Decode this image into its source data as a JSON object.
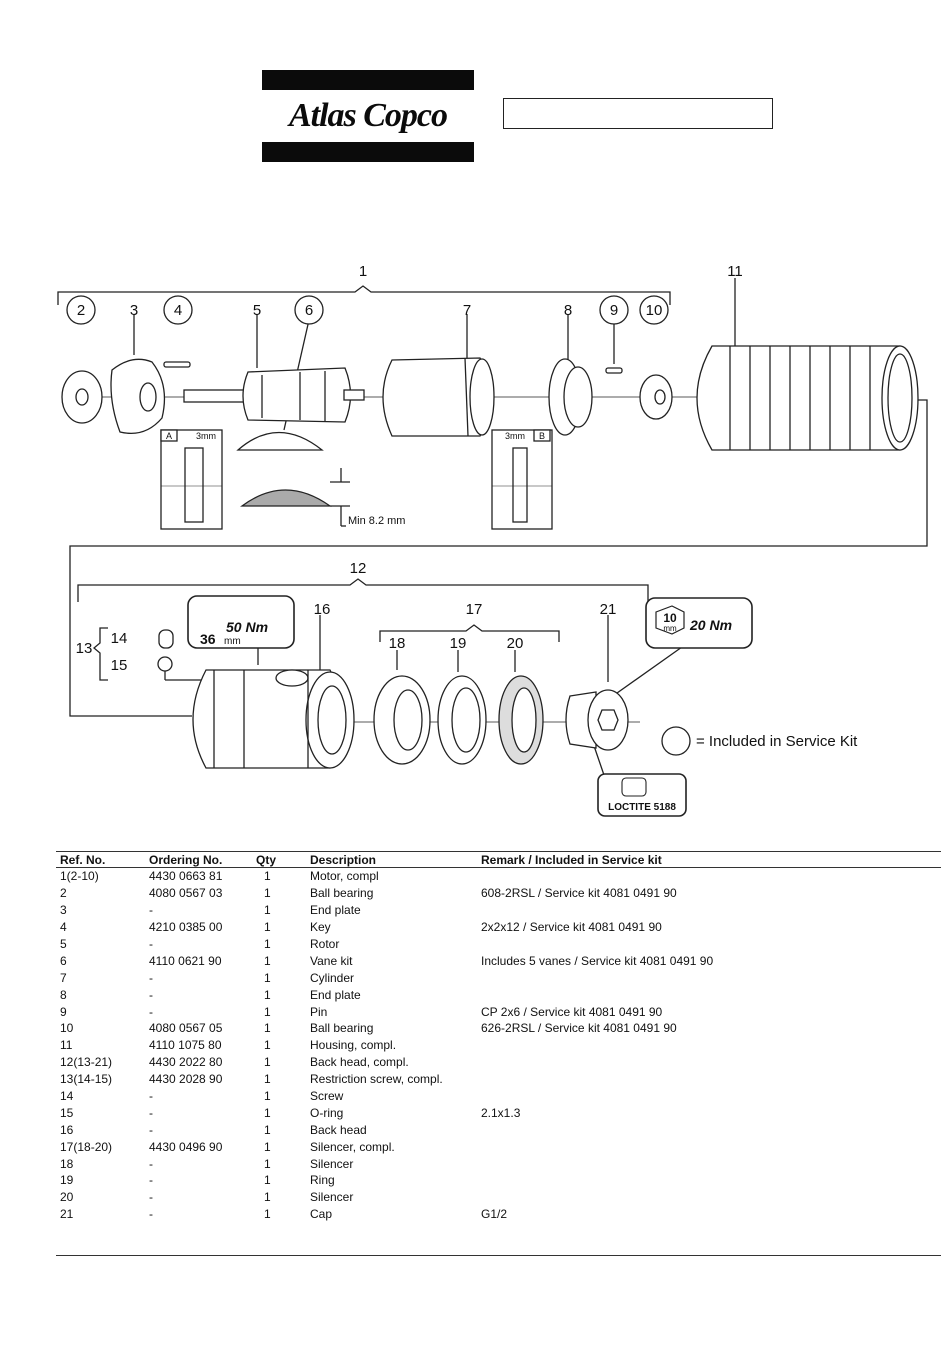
{
  "header": {
    "logo_text": "Atlas Copco"
  },
  "drawing": {
    "callouts": [
      "1",
      "2",
      "3",
      "4",
      "5",
      "6",
      "7",
      "8",
      "9",
      "10",
      "11",
      "12",
      "13",
      "14",
      "15",
      "16",
      "17",
      "18",
      "19",
      "20",
      "21"
    ],
    "detail_a_label": "A",
    "detail_b_label": "B",
    "detail_dim": "3mm",
    "min_dim": "Min 8.2 mm",
    "torque_16_value": "50 Nm",
    "torque_16_size": "36",
    "torque_16_unit": "mm",
    "torque_21_size": "10",
    "torque_21_unit": "mm",
    "torque_21_value": "20 Nm",
    "loctite": "LOCTITE 5188",
    "legend": "= Included in Service Kit"
  },
  "table": {
    "headers": [
      "Ref. No.",
      "Ordering No.",
      "Qty",
      "Description",
      "Remark / Included in Service kit"
    ],
    "rows": [
      [
        "1(2-10)",
        "4430 0663 81",
        "1",
        "Motor, compl",
        ""
      ],
      [
        "2",
        "4080 0567 03",
        "1",
        "Ball bearing",
        "608-2RSL / Service kit 4081 0491 90"
      ],
      [
        "3",
        "-",
        "1",
        "End plate",
        ""
      ],
      [
        "4",
        "4210 0385 00",
        "1",
        "Key",
        "2x2x12 / Service kit 4081 0491 90"
      ],
      [
        "5",
        "-",
        "1",
        "Rotor",
        ""
      ],
      [
        "6",
        "4110 0621 90",
        "1",
        "Vane kit",
        "Includes 5 vanes / Service kit 4081 0491 90"
      ],
      [
        "7",
        "-",
        "1",
        "Cylinder",
        ""
      ],
      [
        "8",
        "-",
        "1",
        "End plate",
        ""
      ],
      [
        "9",
        "-",
        "1",
        "Pin",
        "CP 2x6 / Service kit 4081 0491 90"
      ],
      [
        "10",
        "4080 0567 05",
        "1",
        "Ball bearing",
        "626-2RSL / Service kit 4081 0491 90"
      ],
      [
        "11",
        "4110 1075 80",
        "1",
        "Housing, compl.",
        ""
      ],
      [
        "12(13-21)",
        "4430 2022 80",
        "1",
        "Back head, compl.",
        ""
      ],
      [
        "13(14-15)",
        "4430 2028 90",
        "1",
        "Restriction screw, compl.",
        ""
      ],
      [
        "14",
        "-",
        "1",
        "Screw",
        ""
      ],
      [
        "15",
        "-",
        "1",
        "O-ring",
        "2.1x1.3"
      ],
      [
        "16",
        "-",
        "1",
        "Back head",
        ""
      ],
      [
        "17(18-20)",
        "4430 0496 90",
        "1",
        "Silencer, compl.",
        ""
      ],
      [
        "18",
        "-",
        "1",
        "Silencer",
        ""
      ],
      [
        "19",
        "-",
        "1",
        "Ring",
        ""
      ],
      [
        "20",
        "-",
        "1",
        "Silencer",
        ""
      ],
      [
        "21",
        "-",
        "1",
        "Cap",
        "G1/2"
      ]
    ]
  }
}
